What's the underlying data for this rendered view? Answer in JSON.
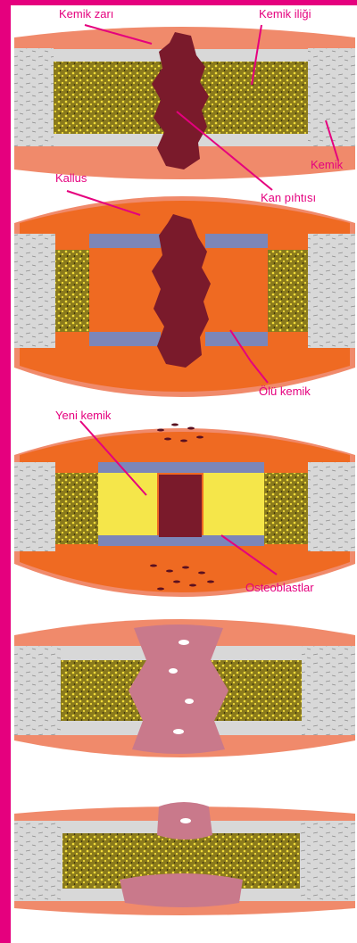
{
  "colors": {
    "accent": "#e5007e",
    "periosteum": "#f08a6b",
    "callus": "#ef6a22",
    "clot": "#7a1a2b",
    "marrow": "#8a7a1c",
    "bone": "#d8d8d8",
    "dead_bone": "#7c86b8",
    "new_bone": "#f5e64a",
    "healing_tissue": "#c9798b"
  },
  "labels": {
    "kemik_zari": "Kemik zarı",
    "kemik_iligi": "Kemik iliği",
    "kemik": "Kemik",
    "kan_pihtisi": "Kan pıhtısı",
    "kallus": "Kallus",
    "olu_kemik": "Ölü kemik",
    "yeni_kemik": "Yeni kemik",
    "osteoblastlar": "Osteoblastlar"
  }
}
